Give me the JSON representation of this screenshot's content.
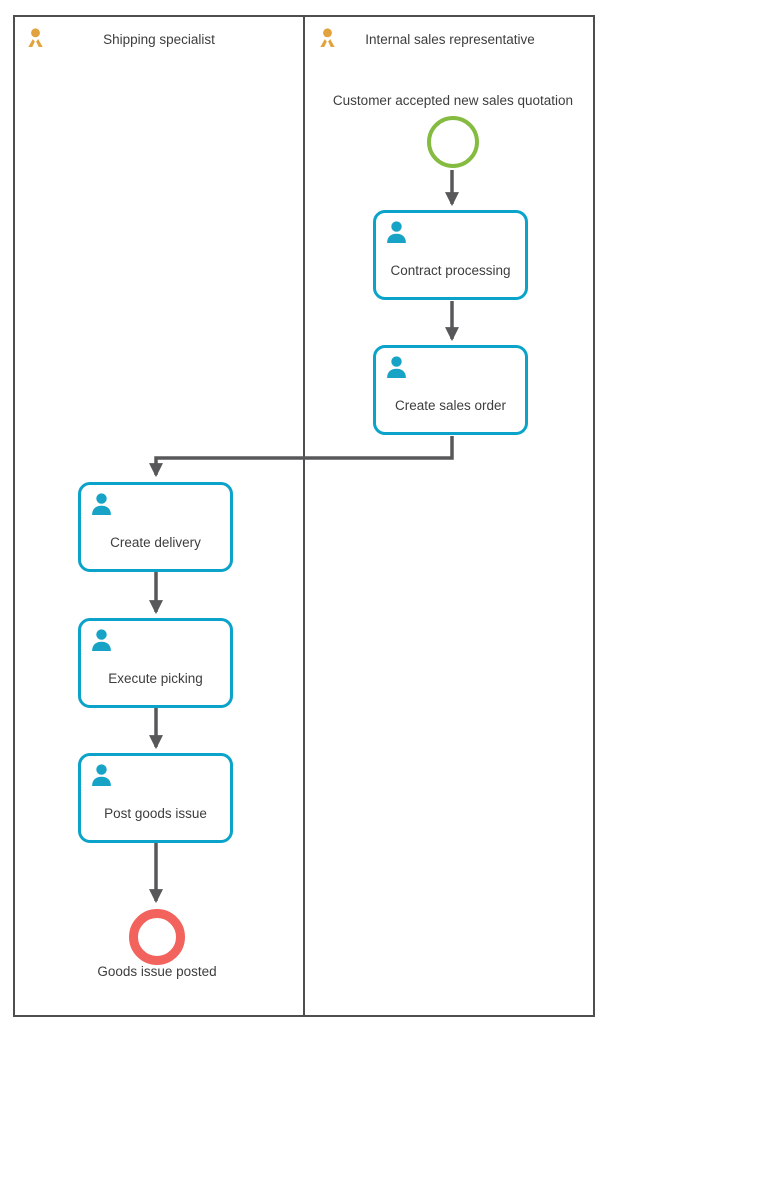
{
  "diagram": {
    "type": "bpmn-swimlane-flow",
    "lanes": [
      {
        "name": "Shipping specialist"
      },
      {
        "name": "Internal sales representative"
      }
    ],
    "start_event": {
      "label": "Customer accepted new sales quotation"
    },
    "tasks": [
      {
        "label": "Contract processing",
        "lane": "Internal sales representative"
      },
      {
        "label": "Create sales order",
        "lane": "Internal sales representative"
      },
      {
        "label": "Create delivery",
        "lane": "Shipping specialist"
      },
      {
        "label": "Execute picking",
        "lane": "Shipping specialist"
      },
      {
        "label": "Post goods issue",
        "lane": "Shipping specialist"
      }
    ],
    "end_event": {
      "label": "Goods issue posted"
    },
    "flow_order": [
      "Customer accepted new sales quotation",
      "Contract processing",
      "Create sales order",
      "Create delivery",
      "Execute picking",
      "Post goods issue",
      "Goods issue posted"
    ],
    "colors": {
      "task_border": "#0ba3c9",
      "task_person_icon": "#17a3c6",
      "lane_person_icon": "#e2a23d",
      "start_event_stroke": "#84bb40",
      "end_event_stroke": "#f2635d",
      "connector": "#58585a",
      "lane_border": "#4e4e4e",
      "text": "#3d3d3d"
    }
  }
}
